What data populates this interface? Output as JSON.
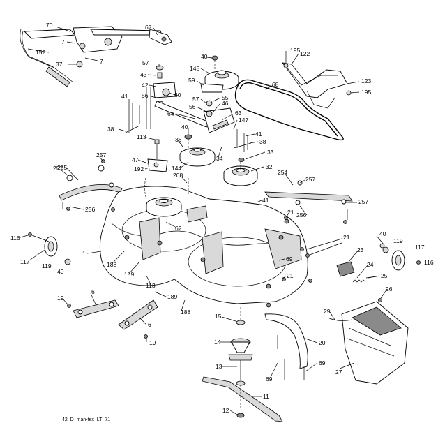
{
  "caption": "42_D_man-tex_LT_71",
  "callouts": {
    "c70": "70",
    "c67": "67",
    "c152": "152",
    "c7a": "7",
    "c7b": "7",
    "c37": "37",
    "c40a": "40",
    "c57a": "57",
    "c145": "145",
    "c43": "43",
    "c42": "42",
    "c59": "59",
    "c56a": "56",
    "c60": "60",
    "c57b": "57",
    "c55": "55",
    "c56b": "56",
    "c46": "46",
    "c64": "64",
    "c63": "63",
    "c41a": "41",
    "c38a": "38",
    "c40b": "40",
    "c147": "147",
    "c41b": "41",
    "c36": "36",
    "c113a": "113",
    "c38b": "38",
    "c34": "34",
    "c33": "33",
    "c47": "47",
    "c192": "192",
    "c144": "144",
    "c32": "32",
    "c195a": "195",
    "c122": "122",
    "c68": "68",
    "c123": "123",
    "c195b": "195",
    "c257a": "257",
    "c257b": "257",
    "c255": "255",
    "c208": "208",
    "c254": "254",
    "c257c": "257",
    "c257d": "257",
    "c41c": "41",
    "c256a": "256",
    "c256b": "256",
    "c21a": "21",
    "c62": "62",
    "c116a": "116",
    "c1": "1",
    "c117a": "117",
    "c119a": "119",
    "c40c": "40",
    "c188a": "188",
    "c189a": "189",
    "c113b": "113",
    "c21b": "21",
    "c40d": "40",
    "c119b": "119",
    "c117b": "117",
    "c116b": "116",
    "c23": "23",
    "c69a": "69",
    "c24": "24",
    "c25": "25",
    "c21c": "21",
    "c26": "26",
    "c6a": "6",
    "c19a": "19",
    "c189b": "189",
    "c188b": "188",
    "c6b": "6",
    "c19b": "19",
    "c15": "15",
    "c29": "29",
    "c14": "14",
    "c20": "20",
    "c27": "27",
    "c13": "13",
    "c69b": "69",
    "c69c": "69",
    "c11": "11",
    "c12": "12"
  }
}
